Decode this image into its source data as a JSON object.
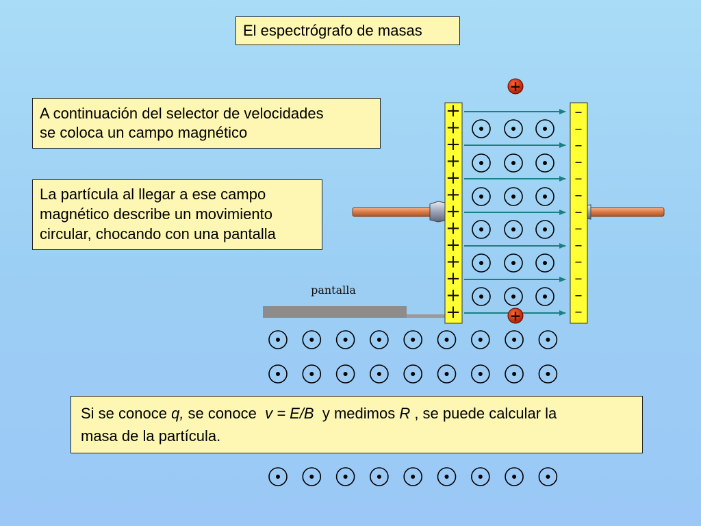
{
  "title": "El espectrógrafo de masas",
  "note_selector": {
    "line1": "A continuación del selector de velocidades",
    "line2": "se coloca un campo magnético"
  },
  "note_particle": {
    "line1": "La partícula al llegar a ese campo",
    "line2": "magnético describe un movimiento",
    "line3": "circular, chocando con una pantalla"
  },
  "note_formula": {
    "part1": "Si se conoce ",
    "q": "q,",
    "part2": " se conoce  ",
    "formula": "v = E/B",
    "part3": "  y medimos ",
    "R": "R",
    "part4": " , se puede calcular la",
    "line2": "masa de la partícula."
  },
  "screen_label": "pantalla",
  "plate_positive_sign": "+",
  "plate_negative_sign": "–",
  "electrode_sign": "+",
  "colors": {
    "note_bg": "#fdf7b3",
    "plate_yellow": "#ffff33",
    "arrow_teal": "#1a7f7f",
    "electrode_red": "#cc2200",
    "rod_copper": "#e08a5a",
    "screen_gray": "#8c8c8c"
  }
}
